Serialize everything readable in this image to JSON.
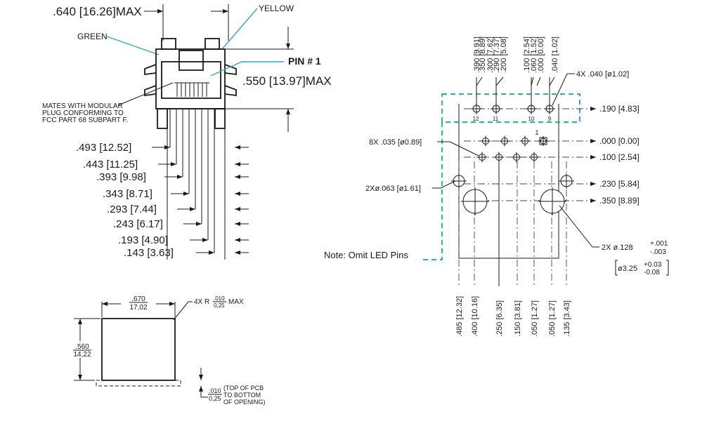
{
  "front_view": {
    "width_dim": ".640 [16.26]MAX",
    "height_dim": ".550 [13.97]MAX",
    "color_left": "GREEN",
    "color_right": "YELLOW",
    "pin1": "PIN # 1",
    "mates_note": [
      "MATES WITH MODULAR",
      "PLUG CONFORMING TO",
      "FCC PART 68 SUBPART F."
    ],
    "pin_dims": [
      ".493 [12.52]",
      ".443 [11.25]",
      ".393 [9.98]",
      ".343 [8.71]",
      ".293 [7.44]",
      ".243 [6.17]",
      ".193 [4.90]",
      ".143 [3.63]"
    ]
  },
  "cutout_view": {
    "width_top": ".670",
    "width_bottom": "17,02",
    "radius_label_prefix": "4X R",
    "radius_top": ".010",
    "radius_bottom": "0,25",
    "radius_suffix": "MAX",
    "height_top": ".560",
    "height_bottom": "14,22",
    "pcb_top": ".010",
    "pcb_bottom": "0,25",
    "pcb_note": [
      "(TOP OF PCB",
      "TO BOTTOM",
      "OF OPENING)"
    ]
  },
  "pcb_layout": {
    "top_dims": [
      ".390 [9.91]",
      ".350 [8.89]",
      ".300 [7.62]",
      ".290 [7.37]",
      ".200 [5.08]",
      ".100 [2.54]",
      ".060 [1.52]",
      ".000 [0.00]",
      ".040 [1.02]"
    ],
    "led_hole_label": "4X .040 [ø1.02]",
    "row_dims": [
      ".190 [4.83]",
      ".000 [0.00]",
      ".100 [2.54]",
      ".230 [5.84]",
      ".350 [8.89]"
    ],
    "signal_hole_label": "8X .035 [ø0.89]",
    "boss_hole_label": "2Xø.063 [ø1.61]",
    "mount_hole_prefix": "2X ø.128",
    "mount_tol_plus": "+.001",
    "mount_tol_minus": "-.003",
    "mount_metric": "ø3.25",
    "mount_metric_plus": "+0.03",
    "mount_metric_minus": "-0.08",
    "led_numbers": [
      "12",
      "11",
      "10",
      "9"
    ],
    "pin1_number": "1",
    "bottom_dims": [
      ".485 [12.32]",
      ".400 [10.16]",
      ".250 [6.35]",
      ".150 [3.81]",
      ".050 [1.27]",
      ".050 [1.27]",
      ".135 [3.43]"
    ],
    "note": "Note:  Omit LED Pins"
  }
}
